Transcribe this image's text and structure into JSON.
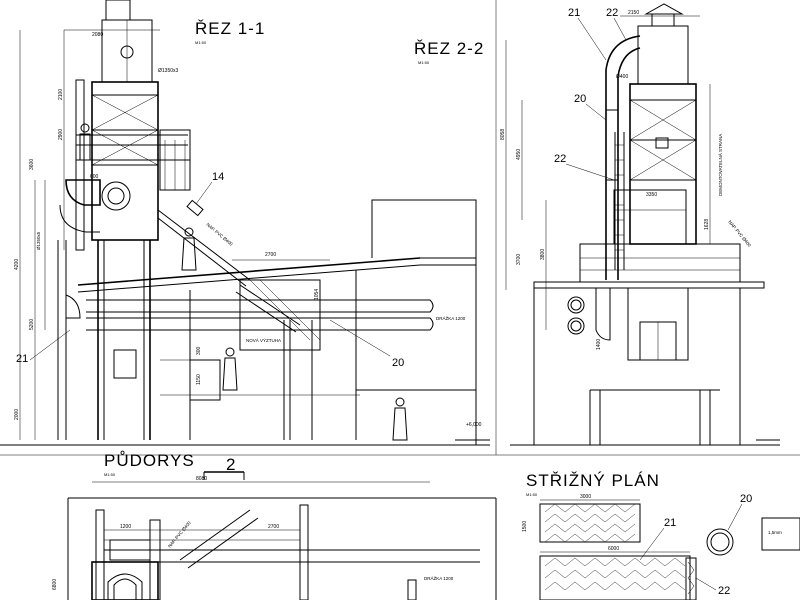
{
  "views": {
    "rez11": {
      "title": "ŘEZ 1-1",
      "scale": "M1:50"
    },
    "rez22": {
      "title": "ŘEZ 2-2",
      "scale": "M1:50"
    },
    "pudorys": {
      "title": "PŮDORYS",
      "scale": "M1:50",
      "section_mark": "2"
    },
    "strizny": {
      "title": "STŘIŽNÝ PLÁN",
      "scale": "M1:50"
    }
  },
  "callouts": {
    "c21_left": "21",
    "c20_mid": "20",
    "c14": "14",
    "c21_top": "21",
    "c22_top": "22",
    "c20_r": "20",
    "c22_r": "22",
    "c21_plan": "21",
    "c20_plan": "20",
    "c22_plan": "22"
  },
  "dims": {
    "d2080": "2080",
    "d1350": "Ø1350x3",
    "d2100": "2100",
    "d2900": "2900",
    "d3600": "3600",
    "d2000": "2000",
    "d600": "600",
    "d2700": "2700",
    "d1054": "1054",
    "d300": "300",
    "d1150": "1150",
    "d8080": "8080",
    "d1200": "1200",
    "d2700p": "2700",
    "d3000": "3000",
    "d6000": "6000",
    "d1500": "1500",
    "d2150": "2150",
    "d8058": "8058",
    "d4950": "4950",
    "d3700": "3700",
    "d1628": "1628",
    "d400": "Ø400",
    "d3350": "3350",
    "d5200": "5200",
    "d4200": "4200",
    "d3800": "3800",
    "d1400": "1400",
    "d6800": "6800"
  },
  "notes": {
    "nova_vyztuha": "NOVÁ VÝZTUHA",
    "drazka_left": "DRÁŽKA 1200",
    "drazka_plan": "DRÁŽKA 1200",
    "nap_label": "NAP. PVC Ø400",
    "nap_label2": "NAP. PVC Ø400",
    "nap_label3": "NAP. PVC Ø400",
    "elev": "+6,000",
    "demont": "DEMONTOVATELNÁ STRANA",
    "plech": "1,5mm",
    "vychozi": "Ø1350x5"
  }
}
